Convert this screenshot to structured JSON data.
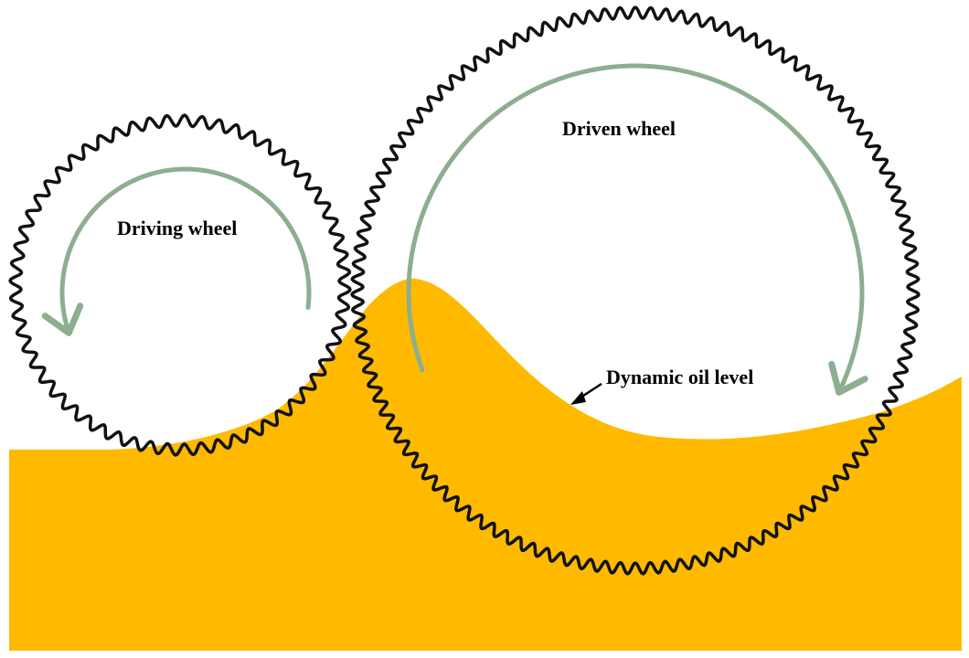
{
  "labels": {
    "driving_wheel": "Driving wheel",
    "driven_wheel": "Driven wheel",
    "oil_level": "Dynamic oil level"
  },
  "colors": {
    "oil": "#FFBA00",
    "gear_outline": "#111111",
    "rotation_arrow": "#8DAE8F",
    "text": "#000000",
    "background": "#FFFFFF"
  },
  "gears": {
    "driving": {
      "teeth": 60
    },
    "driven": {
      "teeth": 115
    }
  }
}
